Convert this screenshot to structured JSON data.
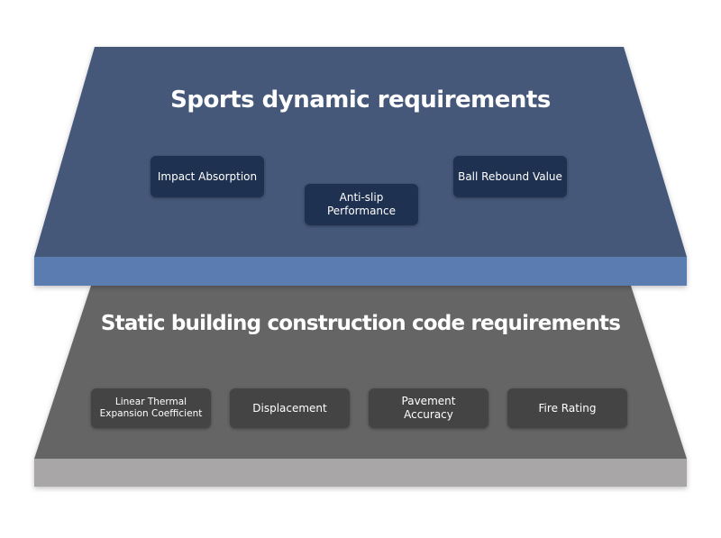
{
  "top_layer": {
    "title": "Sports dynamic requirements",
    "items": [
      "Impact Absorption",
      "Anti-slip Performance",
      "Ball Rebound Value"
    ],
    "colors": {
      "face": "#45597a",
      "edge": "#5a7bb0",
      "chip": "#1f3150"
    }
  },
  "bottom_layer": {
    "title": "Static building construction code requirements",
    "items": [
      "Linear Thermal\nExpansion Coefficient",
      "Displacement",
      "Pavement\nAccuracy",
      "Fire Rating"
    ],
    "colors": {
      "face": "#656565",
      "edge": "#a8a6a6",
      "chip": "#444444"
    }
  }
}
